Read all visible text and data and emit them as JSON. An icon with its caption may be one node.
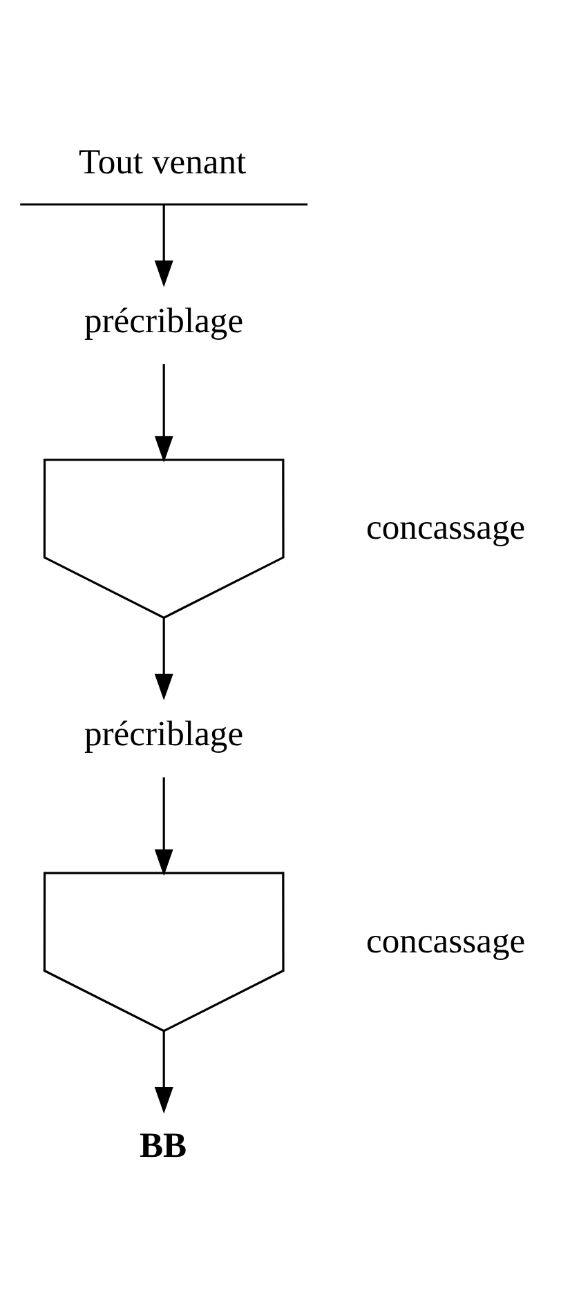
{
  "diagram": {
    "nodes": [
      {
        "text": [
          "Tout venant"
        ]
      },
      {
        "text": [
          "précriblage"
        ]
      },
      {
        "text": [],
        "shape": "picture",
        "beside": [
          "concassage"
        ]
      },
      {
        "text": [
          "précriblage"
        ]
      },
      {
        "text": [],
        "shape": "picture",
        "beside": [
          "concassage"
        ]
      },
      {
        "text": [
          "BB"
        ]
      }
    ],
    "edges": [
      {
        "from": 0,
        "to": 1,
        "arrow": "to"
      },
      {
        "from": 1,
        "to": 2,
        "arrow": "to"
      },
      {
        "from": 2,
        "to": 3,
        "arrow": "to"
      },
      {
        "from": 3,
        "to": 4,
        "arrow": "to"
      },
      {
        "from": 4,
        "to": 5,
        "arrow": "to"
      }
    ]
  }
}
